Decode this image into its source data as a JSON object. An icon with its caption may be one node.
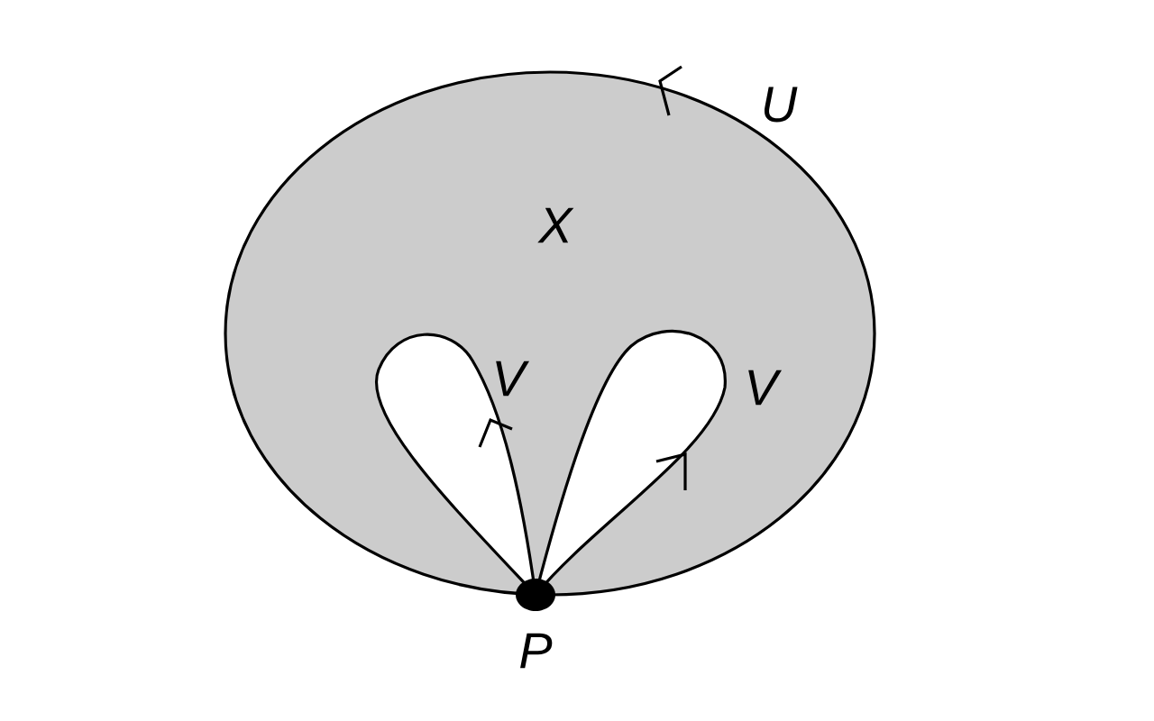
{
  "diagram": {
    "labels": [
      "U",
      "X",
      "V",
      "V",
      "P"
    ]
  }
}
